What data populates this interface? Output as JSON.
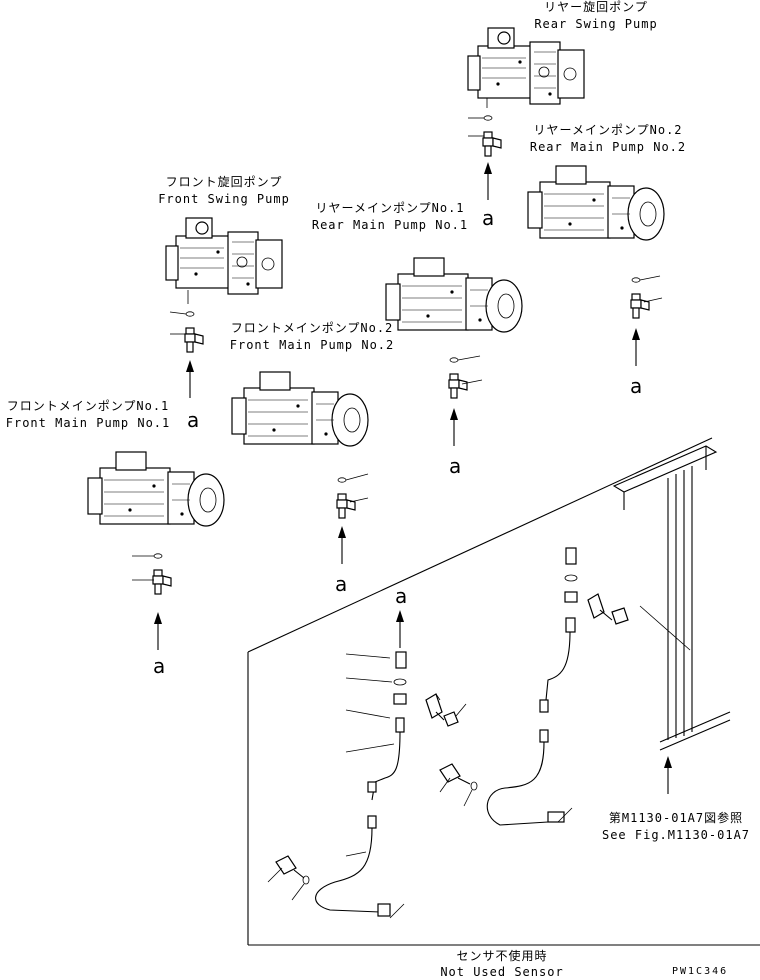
{
  "labels": {
    "rear_swing_pump": {
      "jp": "リヤー旋回ポンプ",
      "en": "Rear Swing Pump"
    },
    "rear_main_pump_2": {
      "jp": "リヤーメインポンプNo.2",
      "en": "Rear Main Pump No.2"
    },
    "front_swing_pump": {
      "jp": "フロント旋回ポンプ",
      "en": "Front Swing Pump"
    },
    "rear_main_pump_1": {
      "jp": "リヤーメインポンプNo.1",
      "en": "Rear Main Pump No.1"
    },
    "front_main_pump_2": {
      "jp": "フロントメインポンプNo.2",
      "en": "Front Main Pump No.2"
    },
    "front_main_pump_1": {
      "jp": "フロントメインポンプNo.1",
      "en": "Front Main Pump No.1"
    },
    "see_fig": {
      "jp": "第M1130-01A7図参照",
      "en": "See Fig.M1130-01A7"
    },
    "not_used_sensor": {
      "jp": "センサ不使用時",
      "en": "Not Used Sensor"
    }
  },
  "callout_letter": "a",
  "drawing_code": "PW1C346"
}
